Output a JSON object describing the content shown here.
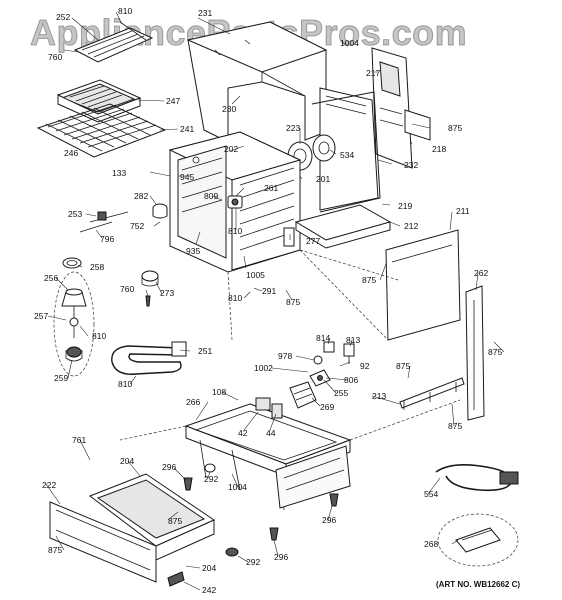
{
  "watermark": "AppliancePartsPros.com",
  "art_number": "(ART NO. WB12662 C)",
  "labels": {
    "p252": "252",
    "p810a": "810",
    "p760a": "760",
    "p231": "231",
    "p1004a": "1004",
    "p247": "247",
    "p230": "230",
    "p217": "217",
    "p241": "241",
    "p246": "246",
    "p875a": "875",
    "p223": "223",
    "p218": "218",
    "p534": "534",
    "p202": "202",
    "p232": "232",
    "p133": "133",
    "p945": "945",
    "p201": "201",
    "p261": "261",
    "p282": "282",
    "p809": "809",
    "p219": "219",
    "p253": "253",
    "p752": "752",
    "p810b": "810",
    "p212": "212",
    "p211": "211",
    "p796": "796",
    "p935": "935",
    "p277": "277",
    "p258": "258",
    "p1005": "1005",
    "p875b": "875",
    "p262": "262",
    "p256": "256",
    "p760b": "760",
    "p273": "273",
    "p291": "291",
    "p810c": "810",
    "p875c": "875",
    "p257": "257",
    "p810d": "810",
    "p814": "814",
    "p813": "813",
    "p251": "251",
    "p978": "978",
    "p92": "92",
    "p875d": "875",
    "p259": "259",
    "p1002": "1002",
    "p806": "806",
    "p810e": "810",
    "p255": "255",
    "p108": "108",
    "p875e": "875",
    "p266": "266",
    "p269": "269",
    "p213": "213",
    "p42": "42",
    "p44": "44",
    "p875f": "875",
    "p761": "761",
    "p204a": "204",
    "p296a": "296",
    "p292a": "292",
    "p1004b": "1004",
    "p222": "222",
    "p554": "554",
    "p875g": "875",
    "p296b": "296",
    "p268": "268",
    "p875h": "875",
    "p292b": "292",
    "p296c": "296",
    "p204b": "204",
    "p242": "242"
  }
}
